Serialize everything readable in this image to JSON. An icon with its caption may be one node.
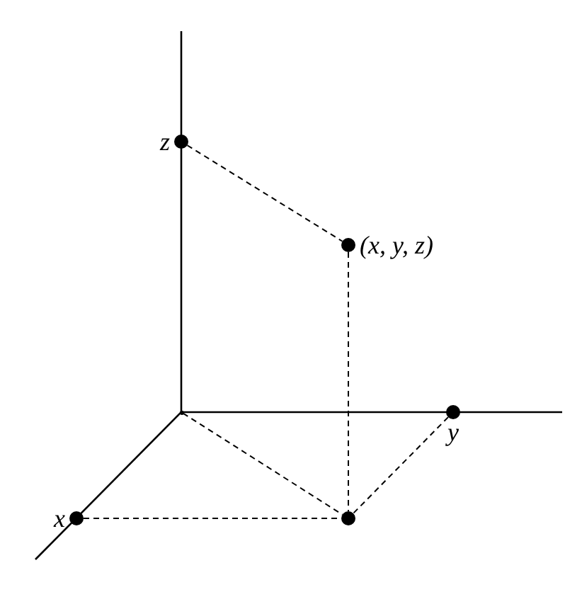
{
  "diagram": {
    "nodes": [
      {
        "text": [
          "z"
        ]
      },
      {
        "text": [
          "(x, y, z)"
        ]
      },
      {
        "text": [
          "y"
        ]
      },
      {
        "text": [
          "x"
        ]
      },
      {
        "text": [],
        "shape": "circle"
      },
      {
        "text": [],
        "shape": "point"
      }
    ],
    "edges": [
      {
        "from": 0,
        "to": 1,
        "arrow": "none",
        "style": "dashed"
      },
      {
        "from": 1,
        "to": 4,
        "arrow": "none",
        "style": "dashed"
      },
      {
        "from": 5,
        "to": 4,
        "arrow": "none",
        "style": "dashed"
      },
      {
        "from": 3,
        "to": 4,
        "arrow": "none",
        "style": "dashed"
      },
      {
        "from": 2,
        "to": 4,
        "arrow": "none",
        "style": "dashed"
      }
    ]
  }
}
